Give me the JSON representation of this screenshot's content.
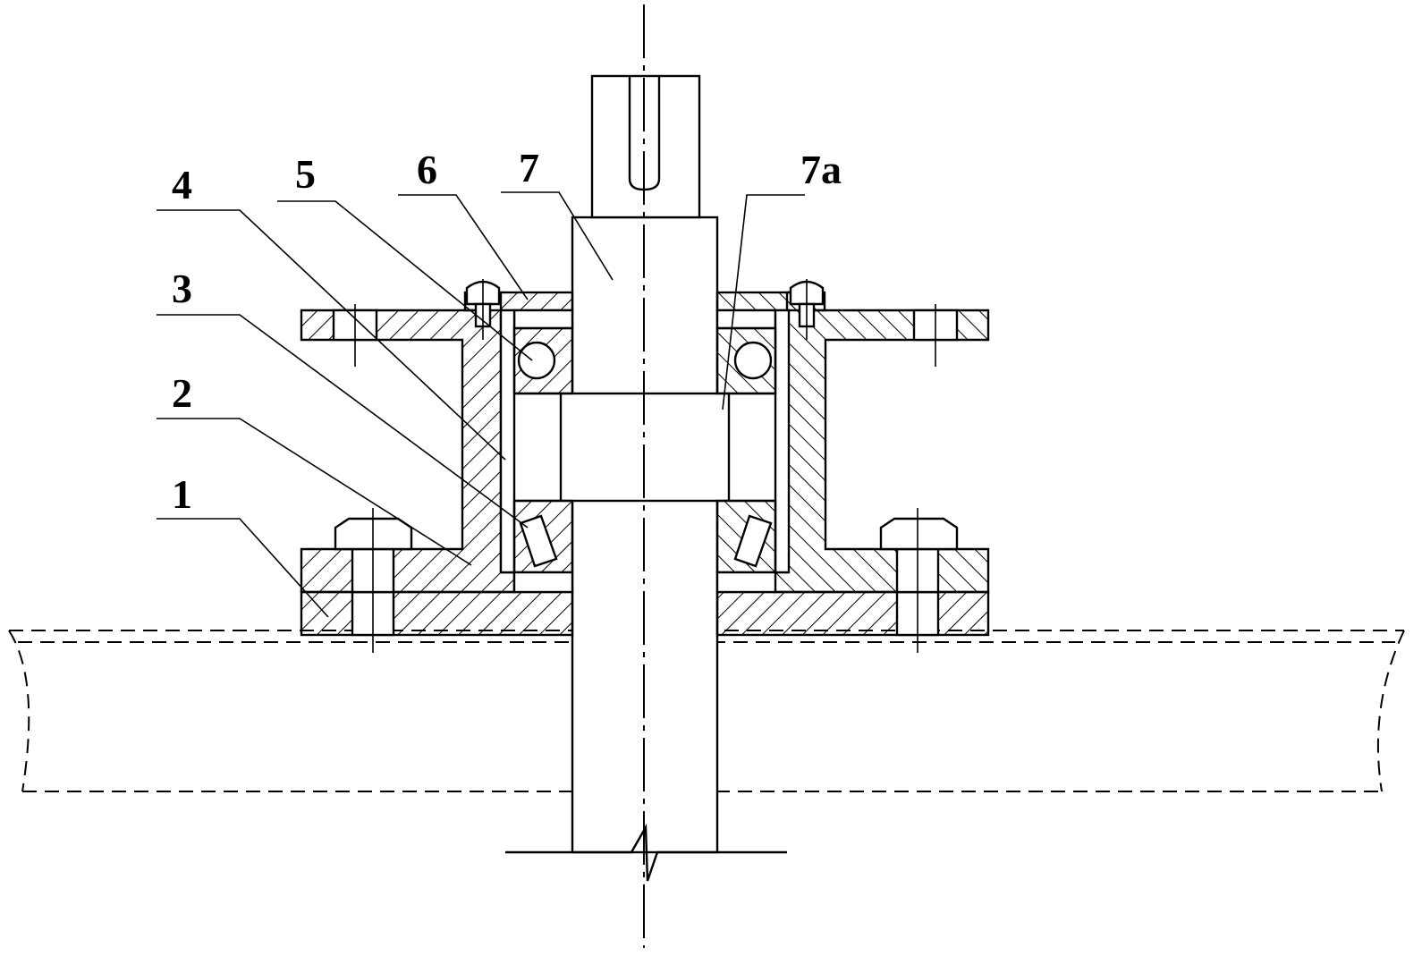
{
  "labels": {
    "l1": "1",
    "l2": "2",
    "l3": "3",
    "l4": "4",
    "l5": "5",
    "l6": "6",
    "l7": "7",
    "l7a": "7a"
  }
}
